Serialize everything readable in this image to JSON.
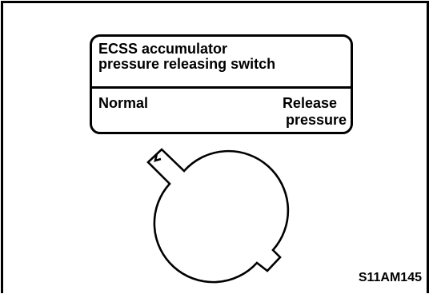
{
  "switch_label": {
    "title_line1": "ECSS accumulator",
    "title_line2": "pressure releasing switch",
    "position_normal": "Normal",
    "position_release_line1": "Release",
    "position_release_line2": "pressure"
  },
  "figure_id": "S11AM145"
}
